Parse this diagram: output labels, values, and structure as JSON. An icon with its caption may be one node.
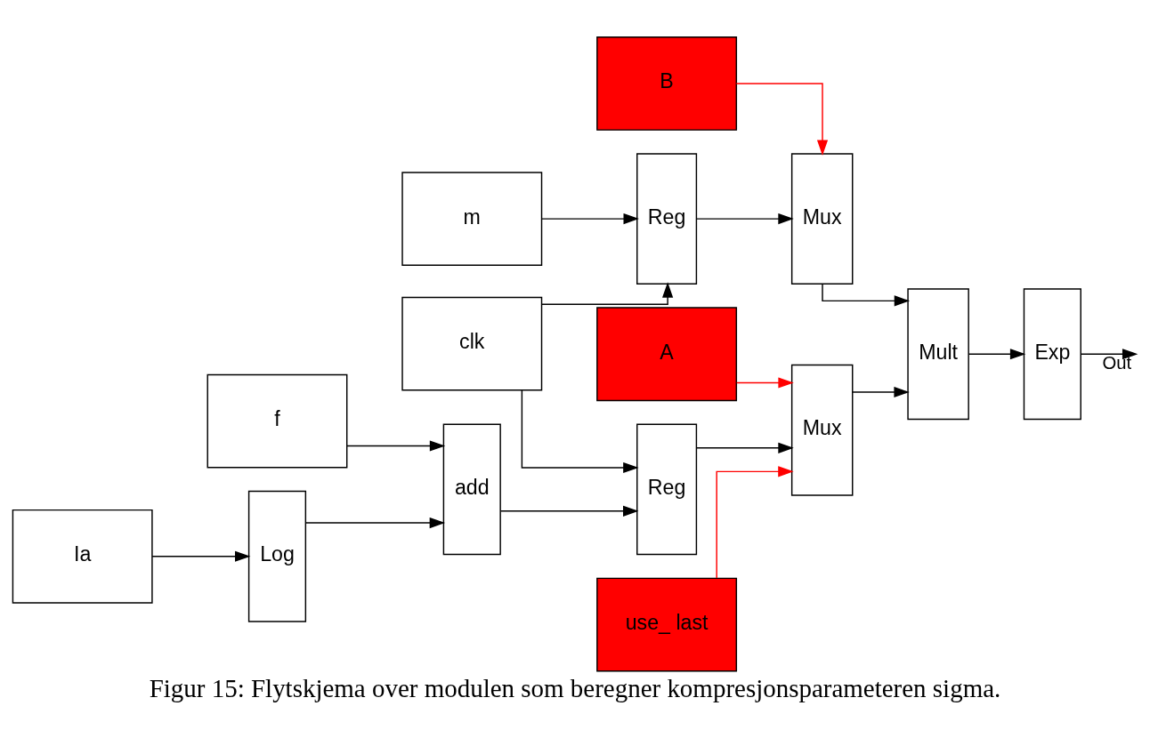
{
  "diagram": {
    "caption": "Figur 15: Flytskjema over modulen som beregner kompresjonsparameteren sigma.",
    "nodes": [
      {
        "text": [
          "A"
        ]
      },
      {
        "text": [
          "B"
        ]
      },
      {
        "text": [
          "use_ last"
        ]
      },
      {
        "text": [
          "f"
        ]
      },
      {
        "text": [
          "Ia"
        ]
      },
      {
        "text": [
          "m"
        ]
      },
      {
        "text": [
          "clk"
        ]
      },
      {
        "text": [
          "Log"
        ]
      },
      {
        "text": [
          "add"
        ]
      },
      {
        "text": [
          "Reg"
        ]
      },
      {
        "text": [
          "Reg"
        ]
      },
      {
        "text": [
          "Mux"
        ]
      },
      {
        "text": [
          "Mux"
        ]
      },
      {
        "text": [
          "Mult"
        ]
      },
      {
        "text": [
          "Exp"
        ]
      }
    ],
    "edges": [
      {
        "from": 0,
        "to": 11,
        "arrow": "to",
        "color": "#ff0000"
      },
      {
        "from": 1,
        "to": 12,
        "arrow": "to",
        "color": "#ff0000"
      },
      {
        "from": 2,
        "to": 11,
        "arrow": "to",
        "color": "#ff0000"
      },
      {
        "from": 3,
        "to": 8,
        "arrow": "to"
      },
      {
        "from": 4,
        "to": 7,
        "arrow": "to"
      },
      {
        "from": 7,
        "to": 8,
        "arrow": "to"
      },
      {
        "from": 8,
        "to": 9,
        "arrow": "to"
      },
      {
        "from": 9,
        "to": 11,
        "arrow": "to"
      },
      {
        "from": 6,
        "to": 9,
        "arrow": "to"
      },
      {
        "from": 5,
        "to": 10,
        "arrow": "to"
      },
      {
        "from": 6,
        "to": 10,
        "arrow": "to"
      },
      {
        "from": 10,
        "to": 12,
        "arrow": "to"
      },
      {
        "from": 11,
        "to": 13,
        "arrow": "to"
      },
      {
        "from": 12,
        "to": 13,
        "arrow": "to"
      },
      {
        "from": 13,
        "to": 14,
        "arrow": "to"
      },
      {
        "from": 14,
        "to": null,
        "arrow": "to",
        "label": "Out"
      }
    ]
  }
}
